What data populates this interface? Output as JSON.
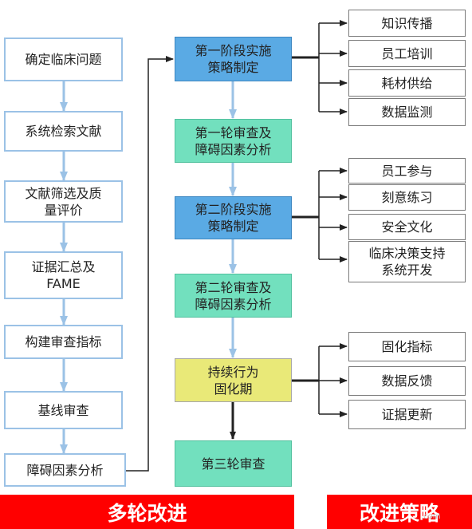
{
  "left_steps": [
    "确定临床问题",
    "系统检索文献",
    "文献筛选及质\n量评价",
    "证据汇总及\nFAME",
    "构建审查指标",
    "基线审查",
    "障碍因素分析"
  ],
  "center_steps": [
    "第一阶段实施\n策略制定",
    "第一轮审查及\n障碍因素分析",
    "第二阶段实施\n策略制定",
    "第二轮审查及\n障碍因素分析",
    "持续行为\n固化期",
    "第三轮审查"
  ],
  "strategies": {
    "group1": [
      "知识传播",
      "员工培训",
      "耗材供给",
      "数据监测"
    ],
    "group2": [
      "员工参与",
      "刻意练习",
      "安全文化",
      "临床决策支持\n系统开发"
    ],
    "group3": [
      "固化指标",
      "数据反馈",
      "证据更新"
    ]
  },
  "banners": {
    "left": "多轮改进",
    "right": "改进策略"
  },
  "watermark": ".com",
  "colors": {
    "left_border": "#9bc2e6",
    "arrow_blue": "#9bc2e6",
    "blue_box": "#5aaae4",
    "green_box": "#72e0be",
    "yellow_box": "#e9e978",
    "banner_red": "#ff0000"
  }
}
